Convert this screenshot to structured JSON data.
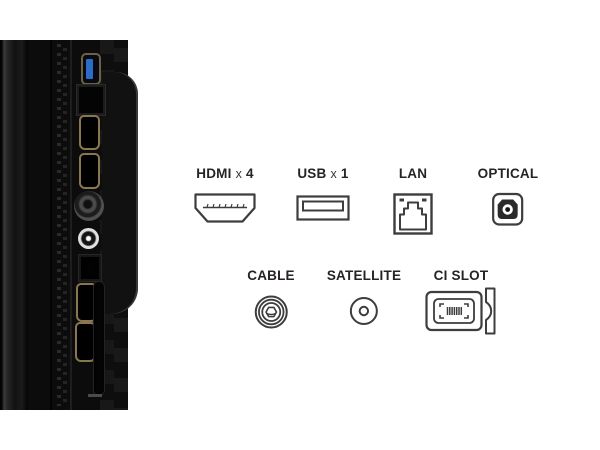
{
  "colors": {
    "background": "#ffffff",
    "text": "#272324",
    "icon_stroke": "#3d3d3d",
    "usb_blue": "#2a6cc8",
    "hdmi_gold": "#8a7750"
  },
  "legend": {
    "row1": [
      {
        "label": "HDMI",
        "mult": "x",
        "count": "4",
        "icon": "hdmi-connector-icon"
      },
      {
        "label": "USB",
        "mult": "x",
        "count": "1",
        "icon": "usb-connector-icon"
      },
      {
        "label": "LAN",
        "icon": "lan-rj45-icon"
      },
      {
        "label": "OPTICAL",
        "icon": "optical-toslink-icon"
      }
    ],
    "row2": [
      {
        "label": "CABLE",
        "icon": "cable-coax-icon"
      },
      {
        "label": "SATELLITE",
        "icon": "satellite-coax-icon"
      },
      {
        "label": "CI SLOT",
        "icon": "ci-card-slot-icon"
      }
    ]
  },
  "photo": {
    "ports_top_to_bottom": [
      "usb",
      "lan",
      "hdmi",
      "hdmi",
      "cable-coax",
      "satellite-coax",
      "optical",
      "hdmi",
      "hdmi",
      "ci-slot"
    ]
  }
}
